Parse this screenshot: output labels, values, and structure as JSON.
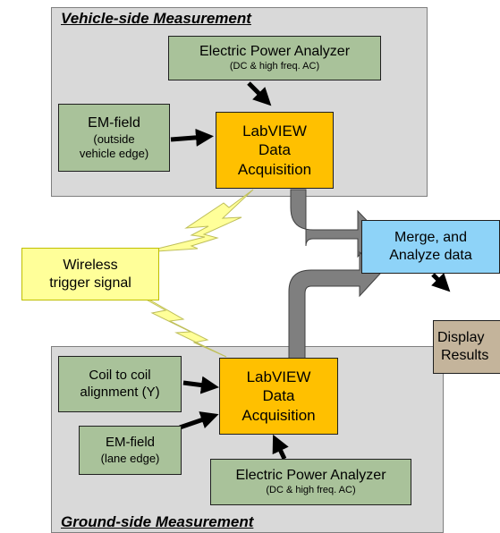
{
  "vehicle_panel": {
    "title": "Vehicle-side Measurement"
  },
  "ground_panel": {
    "title": "Ground-side Measurement"
  },
  "vehicle_power_analyzer": {
    "title": "Electric Power Analyzer",
    "subtitle": "(DC & high freq. AC)"
  },
  "vehicle_em_field": {
    "line1": "EM-field",
    "line2": "(outside",
    "line3": "vehicle edge)"
  },
  "vehicle_daq": {
    "line1": "LabVIEW",
    "line2": "Data",
    "line3": "Acquisition"
  },
  "wireless": {
    "line1": "Wireless",
    "line2": "trigger signal"
  },
  "merge": {
    "line1": "Merge, and",
    "line2": "Analyze data"
  },
  "display": {
    "line1": "Display",
    "line2": "Results"
  },
  "coil_alignment": {
    "line1": "Coil to coil",
    "line2": "alignment (Y)"
  },
  "ground_em_field": {
    "line1": "EM-field",
    "line2": "(lane edge)"
  },
  "ground_daq": {
    "line1": "LabVIEW",
    "line2": "Data",
    "line3": "Acquisition"
  },
  "ground_power_analyzer": {
    "title": "Electric Power Analyzer",
    "subtitle": "(DC & high freq. AC)"
  },
  "colors": {
    "panel_bg": "#d9d9d9",
    "green_box": "#a9c29a",
    "daq_box": "#ffc000",
    "merge_box": "#8ed3f8",
    "wireless_box": "#ffff99",
    "display_box": "#c4b49b",
    "pipe": "#7f7f7f"
  }
}
